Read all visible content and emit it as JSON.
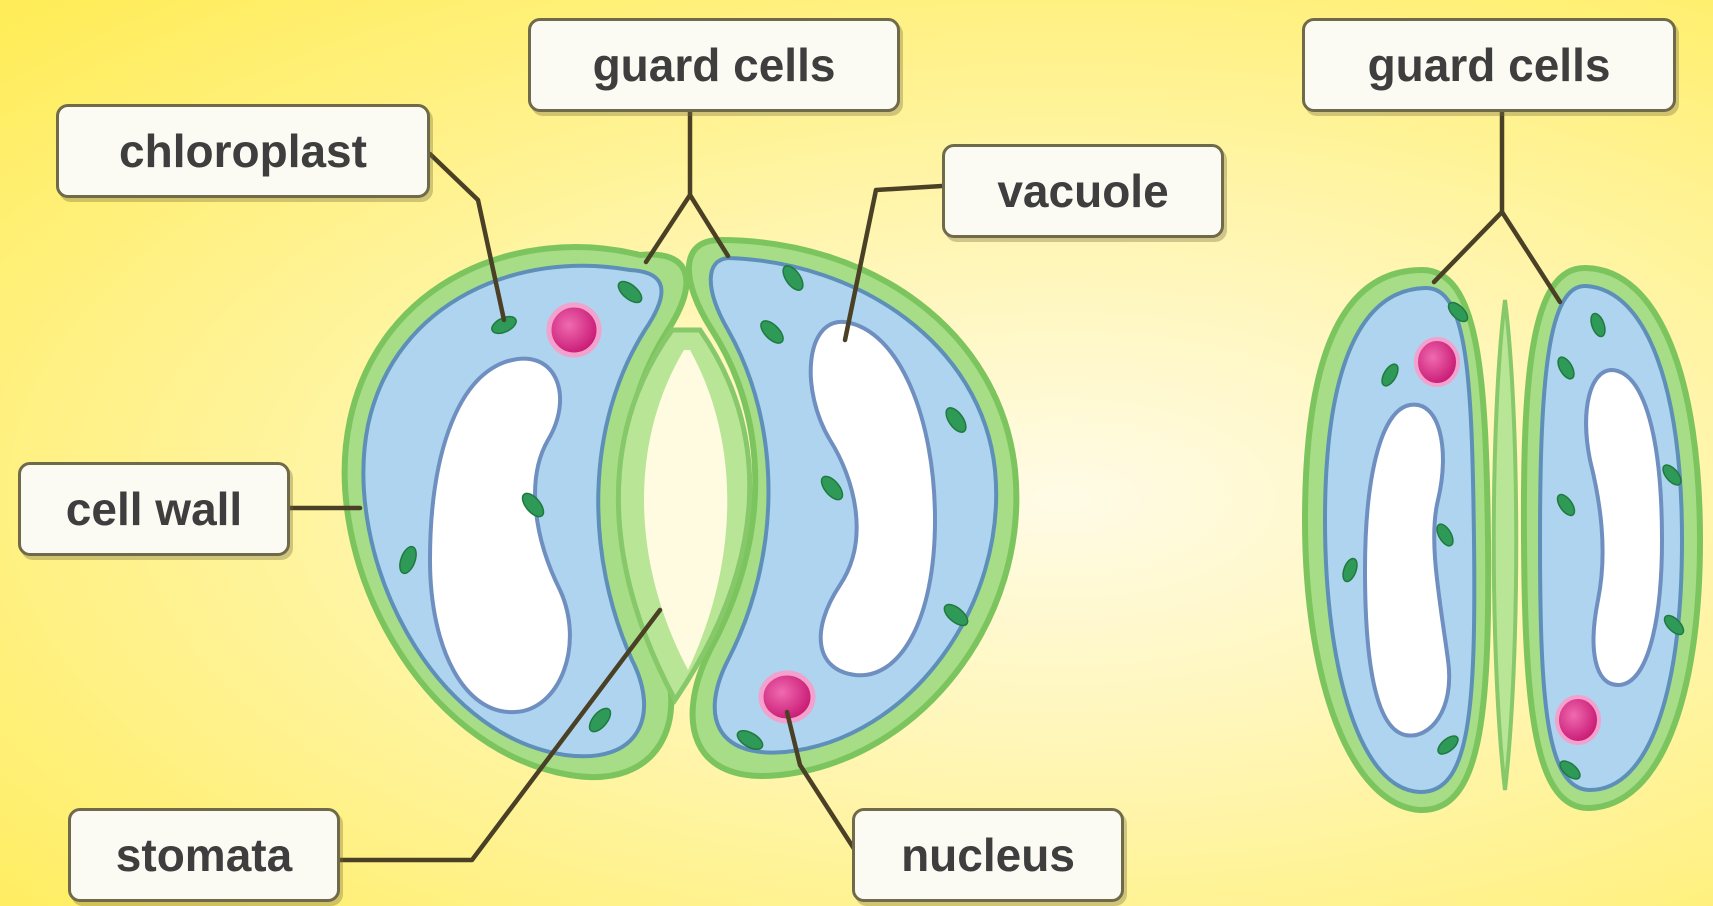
{
  "labels": {
    "chloroplast": "chloroplast",
    "guard_cells_open": "guard cells",
    "vacuole": "vacuole",
    "guard_cells_closed": "guard cells",
    "cell_wall": "cell wall",
    "stomata": "stomata",
    "nucleus": "nucleus"
  },
  "colors": {
    "background": "#fff07a",
    "cytoplasm": "#aed4ef",
    "cell_wall": "#9fd87a",
    "vacuole": "#ffffff",
    "nucleus": "#d6247f",
    "chloroplast": "#2f9a57",
    "leader_line": "#4a4025"
  }
}
